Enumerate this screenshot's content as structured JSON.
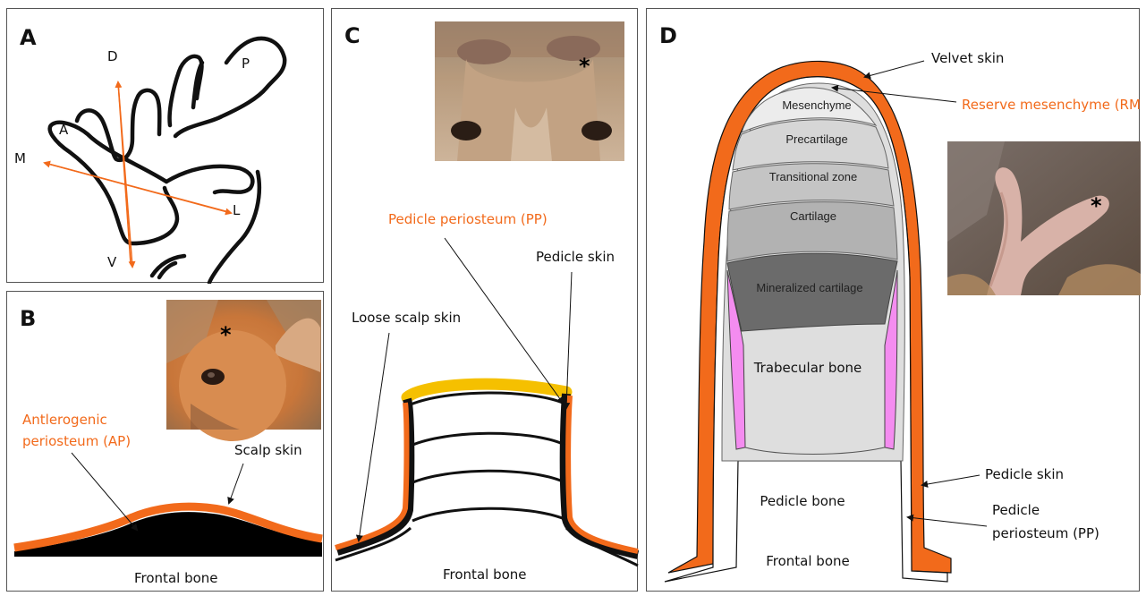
{
  "panels": {
    "a": {
      "letter": "A",
      "directions": {
        "dorsal": "D",
        "ventral": "V",
        "medial": "M",
        "lateral": "L"
      },
      "tines": {
        "anterior": "A",
        "posterior": "P"
      }
    },
    "b": {
      "letter": "B",
      "labels": {
        "ap_line1": "Antlerogenic",
        "ap_line2": "periosteum (AP)",
        "scalp": "Scalp skin",
        "bone": "Frontal bone"
      },
      "photo_star": "*"
    },
    "c": {
      "letter": "C",
      "labels": {
        "pp": "Pedicle periosteum (PP)",
        "pedicle_skin": "Pedicle skin",
        "loose": "Loose scalp skin",
        "bone": "Frontal bone"
      },
      "photo_star": "*"
    },
    "d": {
      "letter": "D",
      "labels": {
        "velvet": "Velvet skin",
        "rm": "Reserve mesenchyme (RM)",
        "pedicle_skin": "Pedicle skin",
        "pp_line1": "Pedicle",
        "pp_line2": "periosteum (PP)",
        "pedicle_bone": "Pedicle bone",
        "frontal_bone": "Frontal bone",
        "trabecular": "Trabecular bone"
      },
      "zones": [
        "Mesenchyme",
        "Precartilage",
        "Transitional zone",
        "Cartilage",
        "Mineralized cartilage"
      ],
      "photo_star": "*"
    }
  },
  "colors": {
    "orange": "#f26a1b",
    "yellow": "#f5c000",
    "pink": "#f48cf0",
    "zone_mesenchyme": "#ececec",
    "zone_precartilage": "#d6d6d6",
    "zone_transitional": "#c4c4c4",
    "zone_cartilage": "#b2b2b2",
    "zone_mineralized": "#6b6b6b"
  }
}
